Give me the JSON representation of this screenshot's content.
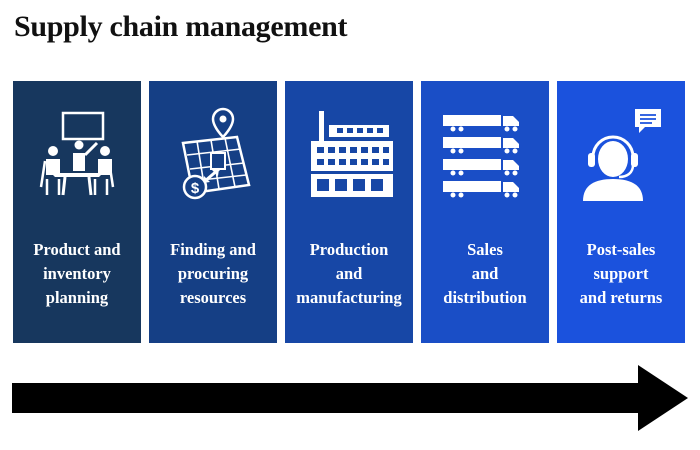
{
  "title": "Supply chain management",
  "stages": [
    {
      "label_lines": [
        "Product and",
        "inventory",
        "planning"
      ],
      "icon": "meeting-icon",
      "color": "#17375e"
    },
    {
      "label_lines": [
        "Finding and",
        "procuring",
        "resources"
      ],
      "icon": "map-procurement-icon",
      "color": "#153f85"
    },
    {
      "label_lines": [
        "Production",
        "and",
        "manufacturing"
      ],
      "icon": "factory-icon",
      "color": "#1747a6"
    },
    {
      "label_lines": [
        "Sales",
        "and",
        "distribution"
      ],
      "icon": "trucks-icon",
      "color": "#1a4ec6"
    },
    {
      "label_lines": [
        "Post-sales",
        "support",
        "and returns"
      ],
      "icon": "support-agent-icon",
      "color": "#1b52dd"
    }
  ],
  "arrow_color": "#000000"
}
